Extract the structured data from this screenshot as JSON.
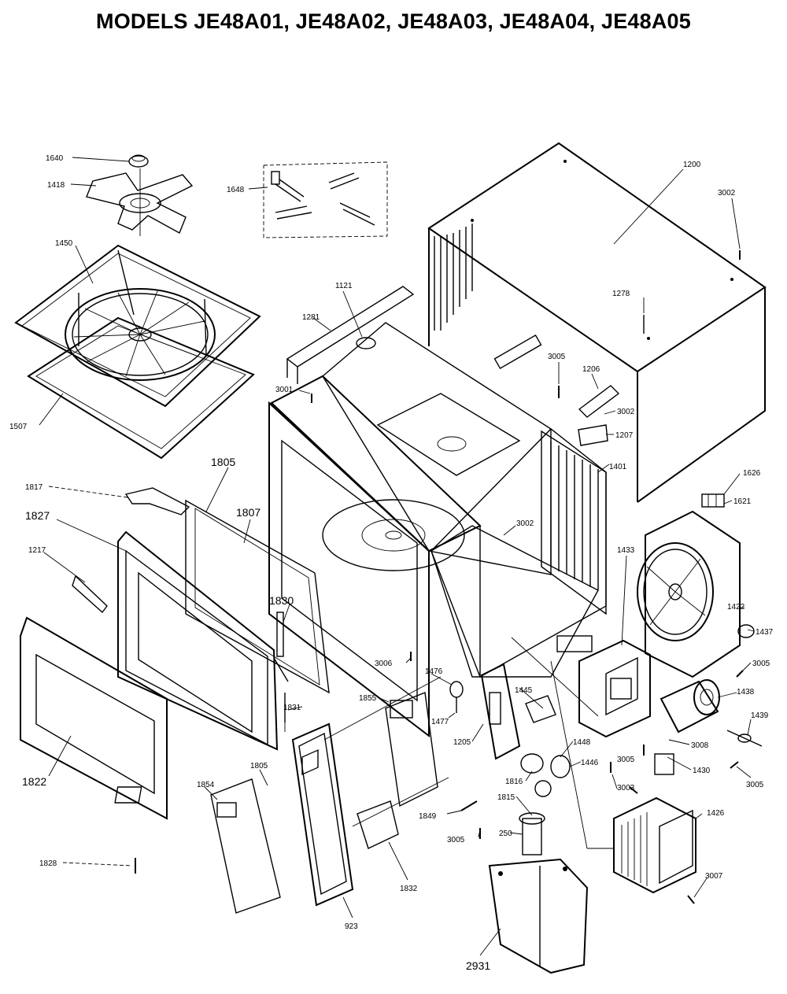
{
  "title": "MODELS JE48A01, JE48A02, JE48A03, JE48A04, JE48A05",
  "labels": {
    "l1640": "1640",
    "l1418": "1418",
    "l1648": "1648",
    "l1450": "1450",
    "l1507": "1507",
    "l1200": "1200",
    "l3002a": "3002",
    "l1278": "1278",
    "l1121": "1121",
    "l1281": "1281",
    "l3001": "3001",
    "l3005a": "3005",
    "l1206": "1206",
    "l3002b": "3002",
    "l1207": "1207",
    "l1401": "1401",
    "l1626": "1626",
    "l1621": "1621",
    "l3002c": "3002",
    "l1817": "1817",
    "l1805": "1805",
    "l1807": "1807",
    "l1827": "1827",
    "l1217": "1217",
    "l1830": "1830",
    "l1422": "1422",
    "l1437": "1437",
    "l1433": "1433",
    "l3005b": "3005",
    "l3006": "3006",
    "l1476": "1476",
    "l1831": "1831",
    "l1855": "1855",
    "l1445": "1445",
    "l1438": "1438",
    "l1477": "1477",
    "l1205": "1205",
    "l1448": "1448",
    "l1446": "1446",
    "l3008": "3008",
    "l1439": "1439",
    "l3005c": "3005",
    "l1430": "1430",
    "l1822": "1822",
    "l1805b": "1805",
    "l1854": "1854",
    "l1816": "1816",
    "l3003": "3003",
    "l3005d": "3005",
    "l1815": "1815",
    "l1849": "1849",
    "l1426": "1426",
    "l3005e": "3005",
    "l250": "250",
    "l1828": "1828",
    "l1832": "1832",
    "l3007": "3007",
    "l923": "923",
    "l2931": "2931"
  }
}
